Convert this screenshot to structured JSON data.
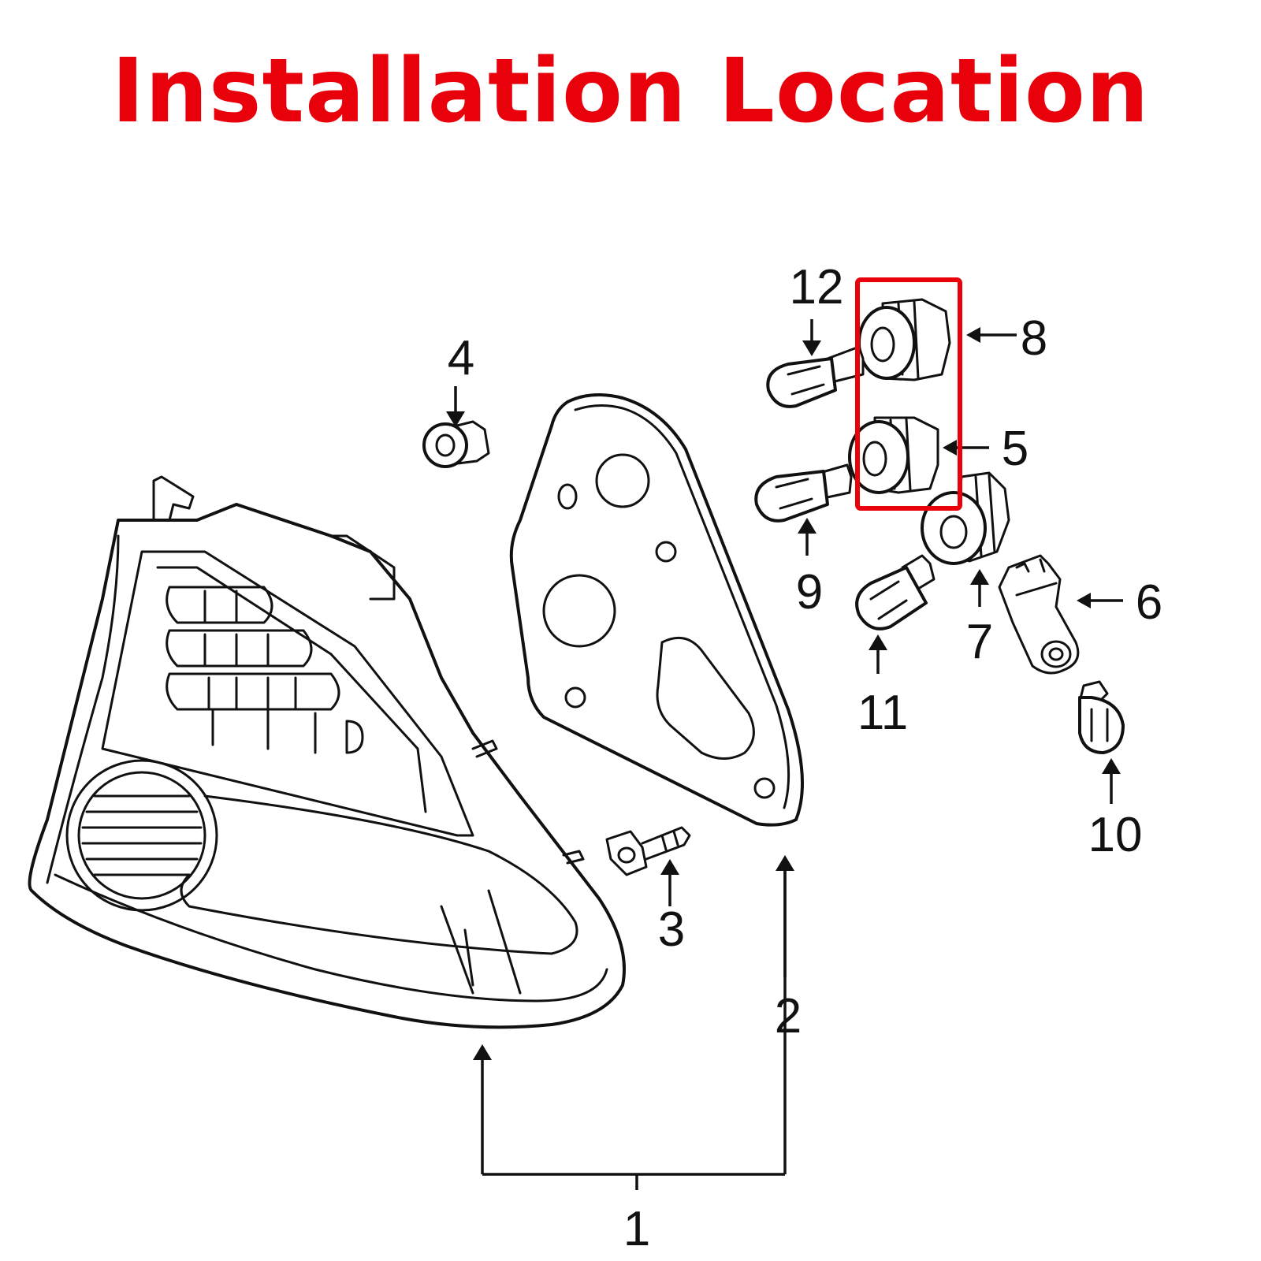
{
  "title": "Installation Location",
  "highlight_color": "#e8000b",
  "callouts": {
    "c1": "1",
    "c2": "2",
    "c3": "3",
    "c4": "4",
    "c5": "5",
    "c6": "6",
    "c7": "7",
    "c8": "8",
    "c9": "9",
    "c10": "10",
    "c11": "11",
    "c12": "12"
  }
}
